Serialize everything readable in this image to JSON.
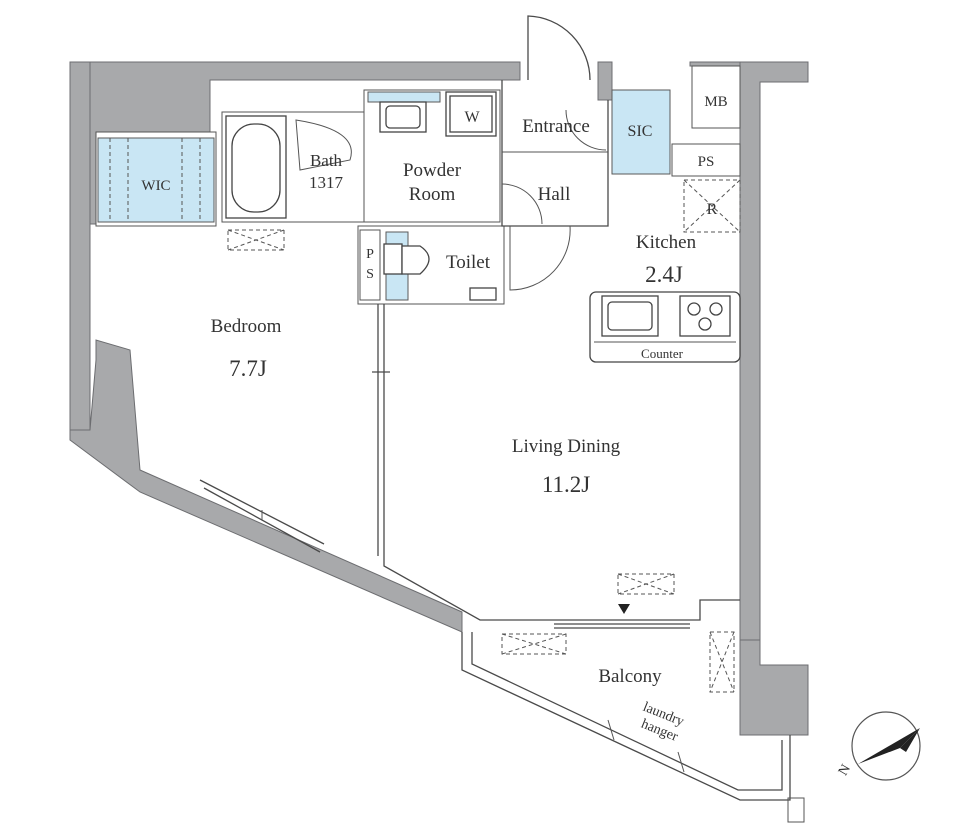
{
  "rooms": {
    "wic": "WIC",
    "bath": "Bath",
    "bath_size": "1317",
    "powder_room_line1": "Powder",
    "powder_room_line2": "Room",
    "washer": "W",
    "entrance": "Entrance",
    "sic": "SIC",
    "mb": "MB",
    "ps_top": "PS",
    "hall": "Hall",
    "refrigerator": "R",
    "kitchen": "Kitchen",
    "kitchen_size": "2.4J",
    "ps_left_p": "P",
    "ps_left_s": "S",
    "toilet": "Toilet",
    "counter": "Counter",
    "bedroom": "Bedroom",
    "bedroom_size": "7.7J",
    "living_dining": "Living Dining",
    "living_dining_size": "11.2J",
    "balcony": "Balcony",
    "laundry_line1": "laundry",
    "laundry_line2": "hanger",
    "north": "N"
  },
  "colors": {
    "wall": "#a8a9ab",
    "storage_fill": "#c9e6f4",
    "line": "#4a4a4a"
  },
  "icons": [
    "compass-north-icon",
    "sink-icon",
    "stove-icon",
    "bathtub-icon",
    "toilet-icon",
    "washer-icon"
  ]
}
